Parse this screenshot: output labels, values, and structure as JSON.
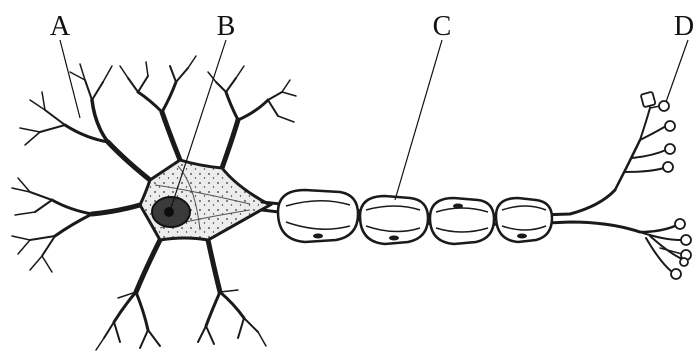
{
  "labels": {
    "a": "A",
    "b": "B",
    "c": "C",
    "d": "D"
  },
  "colors": {
    "ink": "#1a1a1a",
    "soma_fill": "#ececec",
    "nucleus_fill": "#2a2a2a",
    "background": "#ffffff"
  }
}
